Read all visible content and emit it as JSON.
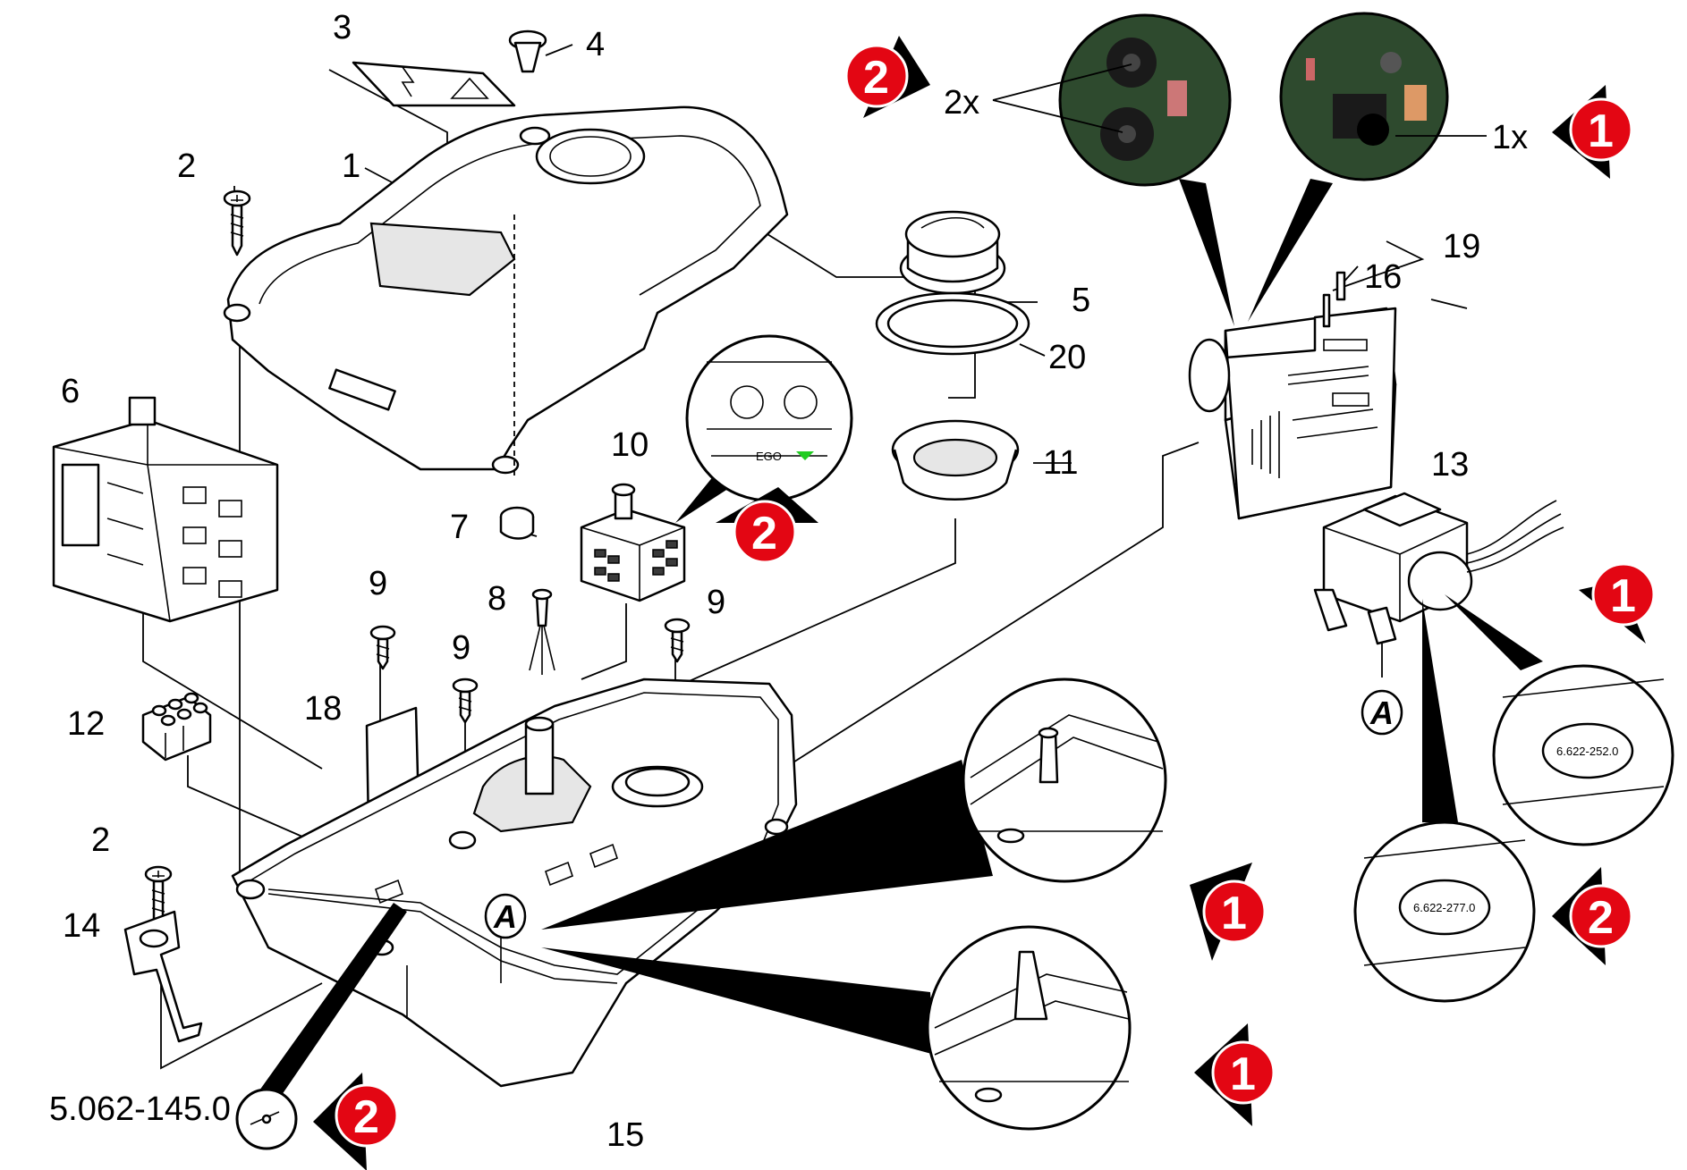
{
  "labels": {
    "p1": "1",
    "p2a": "2",
    "p2b": "2",
    "p3": "3",
    "p4": "4",
    "p5": "5",
    "p6": "6",
    "p7": "7",
    "p8": "8",
    "p9a": "9",
    "p9b": "9",
    "p9c": "9",
    "p10": "10",
    "p11": "11",
    "p12": "12",
    "p13": "13",
    "p14": "14",
    "p15": "15",
    "p16": "16",
    "p18": "18",
    "p19": "19",
    "p20": "20"
  },
  "quantities": {
    "two": "2x",
    "one": "1x"
  },
  "part_number": "5.062-145.0",
  "markers": {
    "a1": "A",
    "a2": "A"
  },
  "badges": {
    "b_top_left": "2",
    "b_top_right": "1",
    "b_switch": "2",
    "b_transformer": "1",
    "b_housing1": "1",
    "b_housing2": "1",
    "b_gauge": "2",
    "b_label2": "2"
  },
  "zoom_text": {
    "transformer_label_1": "6.622-252.0",
    "transformer_label_2": "6.622-277.0",
    "switch_brand": "EGO"
  }
}
